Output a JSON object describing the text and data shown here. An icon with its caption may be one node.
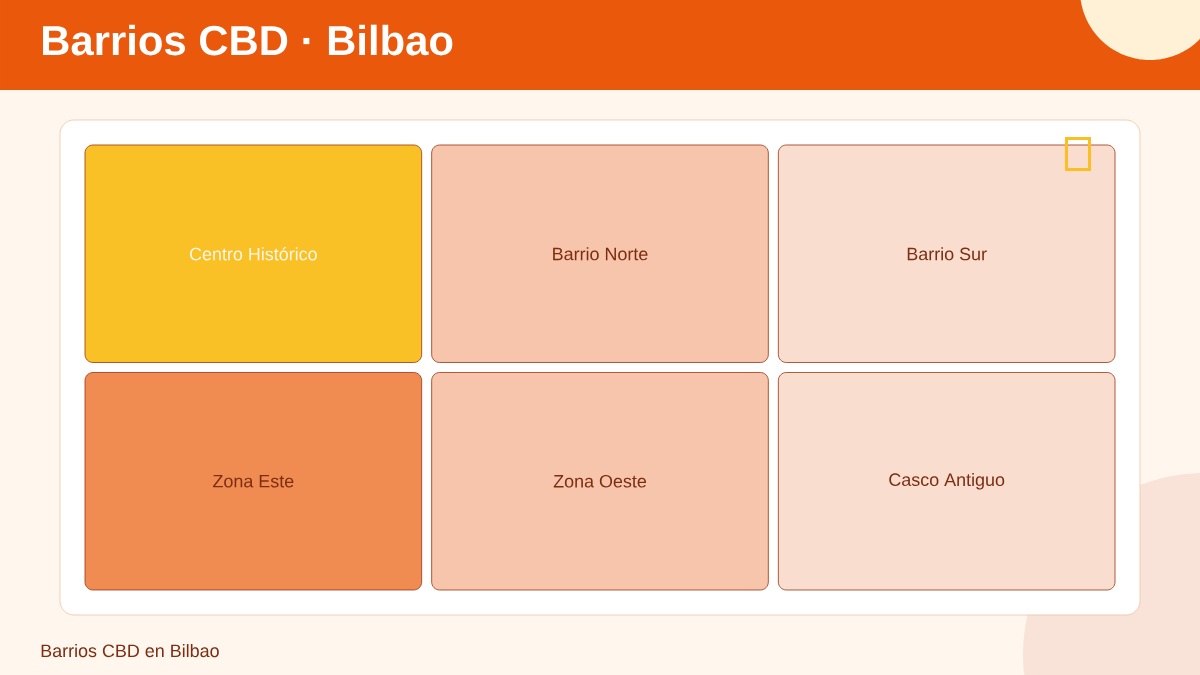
{
  "diagram": {
    "title": "Barrios CBD · Bilbao",
    "caption": "Barrios CBD en Bilbao",
    "nodes": [
      {
        "text": [],
        "shape": "box"
      },
      {
        "text": [
          "Centro Histórico"
        ],
        "in": 0
      },
      {
        "text": [
          "Barrio Norte"
        ],
        "in": 0
      },
      {
        "text": [
          "Barrio Sur"
        ],
        "in": 0
      },
      {
        "text": [
          "Zona Este"
        ],
        "in": 0
      },
      {
        "text": [
          "Zona Oeste"
        ],
        "in": 0
      },
      {
        "text": [
          "Casco Antiguo"
        ],
        "in": 0
      }
    ]
  }
}
